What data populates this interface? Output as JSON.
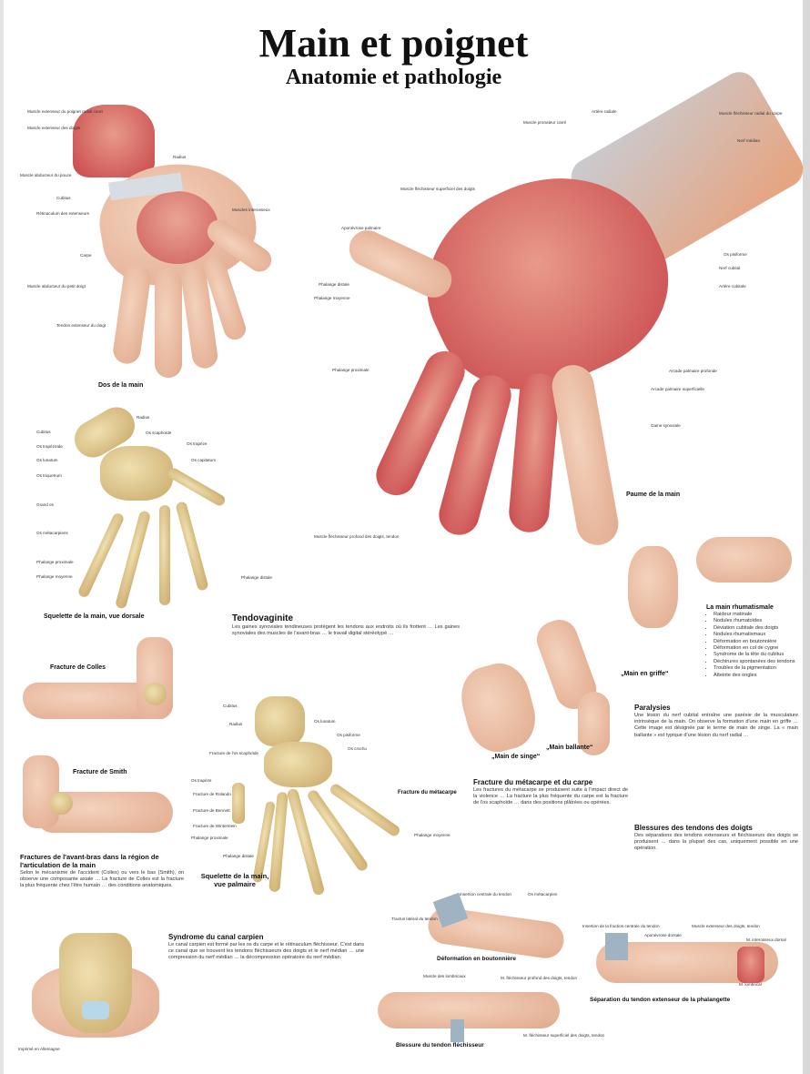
{
  "title": "Main et poignet",
  "subtitle": "Anatomie et pathologie",
  "figures": {
    "dorsal": "Dos de la main",
    "palm": "Paume de la main",
    "skeleton_dorsal": "Squelette de la main, vue dorsale",
    "skeleton_palmar_1": "Squelette de la main,",
    "skeleton_palmar_2": "vue palmaire",
    "colles": "Fracture de Colles",
    "smith": "Fracture de Smith",
    "singe": "„Main de singe“",
    "ballante": "„Main ballante“",
    "griffe": "„Main en griffe“",
    "boutonniere": "Déformation en boutonnière",
    "flechisseur": "Blessure du tendon fléchisseur",
    "separation": "Séparation du tendon extenseur de la phalangette"
  },
  "labels": {
    "dorsal": [
      "Muscle extenseur du poignet radial court",
      "Muscle extenseur des doigts",
      "Muscle abducteur du pouce",
      "Radius",
      "Cubitus",
      "Rétinaculum des extenseurs",
      "Carpe",
      "Muscle abducteur du petit doigt",
      "Muscles interosseux",
      "Tendon extenseur du doigt",
      "Dos de la main"
    ],
    "palm": [
      "Artère radiale",
      "Muscle pronateur carré",
      "Muscle fléchisseur radial du carpe",
      "Nerf médian",
      "Muscle fléchisseur superficiel des doigts",
      "Aponévrose palmaire",
      "Arcade palmaire superficielle",
      "Arcade palmaire profonde",
      "Nerf cubital",
      "Artère cubitale",
      "Gaine synoviale",
      "Os pisiforme",
      "Phalange distale",
      "Phalange moyenne",
      "Phalange proximale",
      "Muscle fléchisseur profond des doigts, tendon"
    ],
    "skeleton_dorsal": [
      "Radius",
      "Cubitus",
      "Os scaphoïde",
      "Os trapèze",
      "Os trapézoïde",
      "Os capitatum",
      "Os lunatum",
      "Os triquetrum",
      "Grand os",
      "Os métacarpiens",
      "Phalange proximale",
      "Phalange moyenne",
      "Phalange distale"
    ],
    "skeleton_palmar": [
      "Cubitus",
      "Radius",
      "Os lunatum",
      "Os pisiforme",
      "Os crochu",
      "Fracture de l'os scaphoïde",
      "Os trapèze",
      "Fracture de Bennett",
      "Fracture de Rolando",
      "Fracture de Winterstein",
      "Phalange proximale",
      "Phalange distale",
      "Fracture du métacarpe",
      "Phalange moyenne"
    ],
    "boutonniere": [
      "Insertion centrale du tendon",
      "Os métacarpien",
      "Tractus latéral du tendon"
    ],
    "flechisseur": [
      "Muscle des lombricaux",
      "M. fléchisseur profond des doigts, tendon",
      "M. fléchisseur superficiel des doigts, tendon"
    ],
    "separation": [
      "Insertion de la fraction centrale du tendon",
      "Aponévrose dorsale",
      "Muscle extenseur des doigts, tendon",
      "M. interosseux dorsal",
      "M. lombrical"
    ]
  },
  "sections": {
    "tendovaginite": {
      "title": "Tendovaginite",
      "body": "Les gaines synoviales tendineuses protègent les tendons aux endroits où ils frottent … Les gaines synoviales des muscles de l'avant-bras … le travail digital stéréotypé …"
    },
    "avant_bras": {
      "title": "Fractures de l'avant-bras dans la région de l'articulation de la main",
      "body": "Selon le mécanisme de l'accident (Colles) ou vers le bas (Smith), on observe une composante axiale … La fracture de Colles est la fracture la plus fréquente chez l'être humain … des conditions anatomiques."
    },
    "rhumatismale": {
      "title": "La main rhumatismale",
      "items": [
        "Raideur matinale",
        "Nodules rhumatoïdes",
        "Déviation cubitale des doigts",
        "Nodules rhumatismaux",
        "Déformation en boutonnière",
        "Déformation en col de cygne",
        "Syndrome de la tête du cubitus",
        "Déchirures spontanées des tendons",
        "Troubles de la pigmentation",
        "Atteinte des ongles"
      ]
    },
    "paralysies": {
      "title": "Paralysies",
      "body": "Une lésion du nerf cubital entraîne une parésie de la musculature intrinsèque de la main. On observe la formation d'une main en griffe … Cette image est désignée par le terme de main de singe. La « main ballante » est typique d'une lésion du nerf radial …"
    },
    "metacarpe": {
      "title": "Fracture du métacarpe et du carpe",
      "body": "Les fractures du métacarpe se produisent suite à l'impact direct de la violence … La fracture la plus fréquente du carpe est la fracture de l'os scaphoïde … dans des positions plâtrées ou opérées."
    },
    "tendons": {
      "title": "Blessures des tendons des doigts",
      "body": "Des séparations des tendons extenseurs et fléchisseurs des doigts se produisent … dans la plupart des cas, uniquement possible en une opération."
    },
    "canal": {
      "title": "Syndrome du canal carpien",
      "body": "Le canal carpien est formé par les os du carpe et le rétinaculum fléchisseur. C'est dans ce canal que se trouvent les tendons fléchisseurs des doigts et le nerf médian … une compression du nerf médian … la décompression opératoire du nerf médian."
    }
  },
  "footer": "Imprimé en Allemagne"
}
